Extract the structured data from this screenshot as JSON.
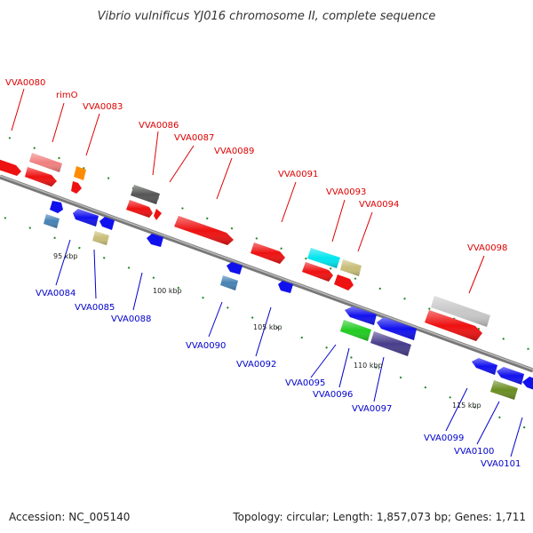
{
  "title": "Vibrio vulnificus YJ016 chromosome II, complete sequence",
  "footer": {
    "accession": "Accession: NC_005140",
    "topology": "Topology: circular; Length: 1,857,073 bp; Genes: 1,711"
  },
  "colors": {
    "label_top": "#dd0000",
    "label_bottom": "#0000cc",
    "backbone": "#888888",
    "tick": "#228822"
  },
  "genes_top": [
    "VVA0080",
    "rimO",
    "VVA0083",
    "VVA0086",
    "VVA0087",
    "VVA0089",
    "VVA0091",
    "VVA0093",
    "VVA0094",
    "VVA0098"
  ],
  "genes_bottom": [
    "VVA0084",
    "VVA0085",
    "VVA0088",
    "VVA0090",
    "VVA0092",
    "VVA0095",
    "VVA0096",
    "VVA0097",
    "VVA0099",
    "VVA0100",
    "VVA0101"
  ],
  "ticks": [
    "95 kbp",
    "100 kbp",
    "105 kbp",
    "110 kbp",
    "115 kbp"
  ]
}
